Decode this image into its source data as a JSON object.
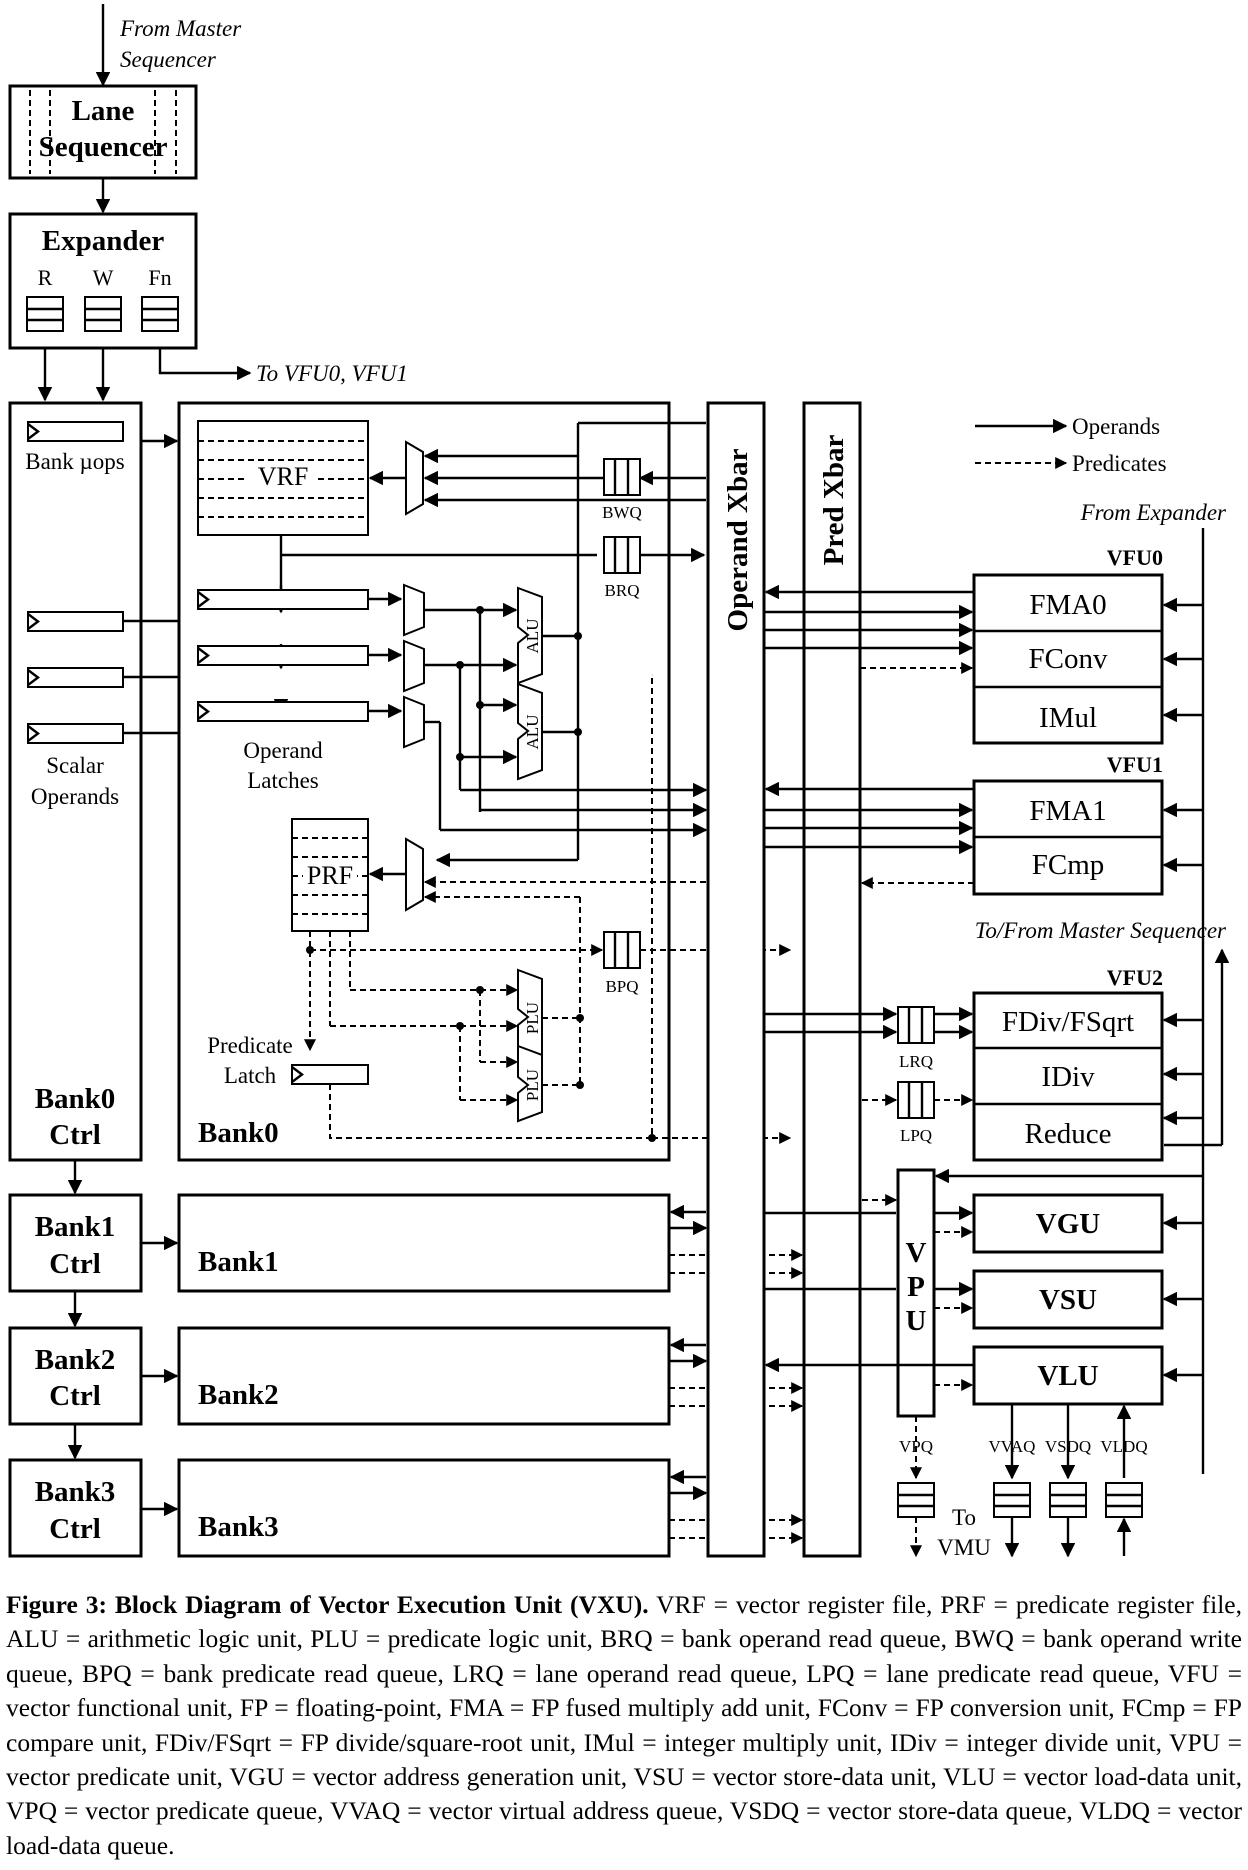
{
  "labels": {
    "from_master": [
      "From Master",
      "Sequencer"
    ],
    "lane_sequencer": [
      "Lane",
      "Sequencer"
    ],
    "expander": "Expander",
    "expander_queues": [
      "R",
      "W",
      "Fn"
    ],
    "to_vfu": "To VFU0, VFU1",
    "bank_uops": "Bank µops",
    "scalar_operands": [
      "Scalar",
      "Operands"
    ],
    "bank0_ctrl": [
      "Bank0",
      "Ctrl"
    ],
    "bank1_ctrl": [
      "Bank1",
      "Ctrl"
    ],
    "bank2_ctrl": [
      "Bank2",
      "Ctrl"
    ],
    "bank3_ctrl": [
      "Bank3",
      "Ctrl"
    ],
    "bank0": "Bank0",
    "bank1": "Bank1",
    "bank2": "Bank2",
    "bank3": "Bank3",
    "vrf": "VRF",
    "prf": "PRF",
    "operand_latches": [
      "Operand",
      "Latches"
    ],
    "predicate_latch": [
      "Predicate",
      "Latch"
    ],
    "alu": "ALU",
    "plu": "PLU",
    "bwq": "BWQ",
    "brq": "BRQ",
    "bpq": "BPQ",
    "lrq": "LRQ",
    "lpq": "LPQ",
    "operand_xbar": "Operand Xbar",
    "pred_xbar": "Pred Xbar",
    "legend_operands": "Operands",
    "legend_predicates": "Predicates",
    "from_expander": "From Expander",
    "vfu0": "VFU0",
    "vfu0_units": [
      "FMA0",
      "FConv",
      "IMul"
    ],
    "vfu1": "VFU1",
    "vfu1_units": [
      "FMA1",
      "FCmp"
    ],
    "to_from_master": "To/From Master Sequencer",
    "vfu2": "VFU2",
    "vfu2_units": [
      "FDiv/FSqrt",
      "IDiv",
      "Reduce"
    ],
    "vpu": [
      "V",
      "P",
      "U"
    ],
    "vgu": "VGU",
    "vsu": "VSU",
    "vlu": "VLU",
    "vpq": "VPQ",
    "vvaq": "VVAQ",
    "vsdq": "VSDQ",
    "vldq": "VLDQ",
    "to_vmu": [
      "To",
      "VMU"
    ]
  },
  "caption": {
    "title": "Figure 3: Block Diagram of Vector Execution Unit (VXU).",
    "body": " VRF = vector register file, PRF = predicate register file, ALU = arithmetic logic unit, PLU = predicate logic unit, BRQ = bank operand read queue, BWQ = bank operand write queue, BPQ = bank predicate read queue, LRQ = lane operand read queue, LPQ = lane predicate read queue, VFU = vector functional unit, FP = floating-point, FMA = FP fused multiply add unit, FConv = FP conversion unit, FCmp = FP compare unit, FDiv/FSqrt = FP divide/square-root unit, IMul = integer multiply unit, IDiv = integer divide unit, VPU = vector predicate unit, VGU = vector address generation unit, VSU = vector store-data unit, VLU = vector load-data unit, VPQ = vector predicate queue, VVAQ = vector virtual address queue, VSDQ = vector store-data queue, VLDQ = vector load-data queue."
  }
}
